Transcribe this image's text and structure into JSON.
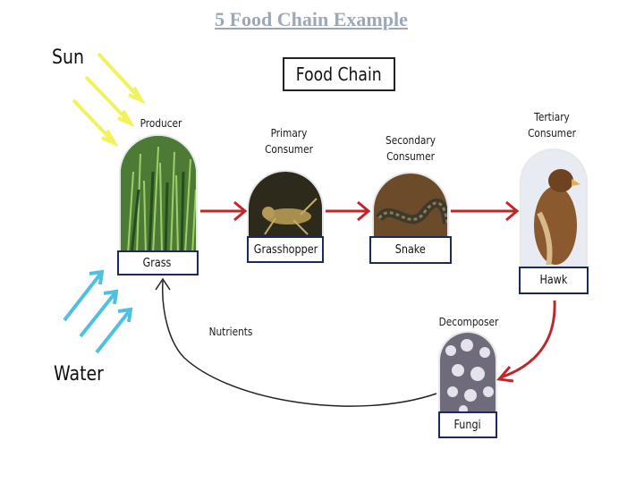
{
  "page_title": "5 Food Chain Example",
  "diagram": {
    "title": "Food Chain",
    "sun_label": "Sun",
    "water_label": "Water",
    "nutrients_label": "Nutrients",
    "organisms": [
      {
        "role_line1": "Producer",
        "role_line2": "",
        "name": "Grass",
        "icon": "grass-image"
      },
      {
        "role_line1": "Primary",
        "role_line2": "Consumer",
        "name": "Grasshopper",
        "icon": "grasshopper-image"
      },
      {
        "role_line1": "Secondary",
        "role_line2": "Consumer",
        "name": "Snake",
        "icon": "snake-image"
      },
      {
        "role_line1": "Tertiary",
        "role_line2": "Consumer",
        "name": "Hawk",
        "icon": "hawk-image"
      },
      {
        "role_line1": "Decomposer",
        "role_line2": "",
        "name": "Fungi",
        "icon": "fungi-image"
      }
    ],
    "colors": {
      "sun_rays": "#f2f25a",
      "water_arrows": "#4fc0e0",
      "chain_arrows": "#c0272d",
      "title_link": "#9aa8b8"
    }
  }
}
